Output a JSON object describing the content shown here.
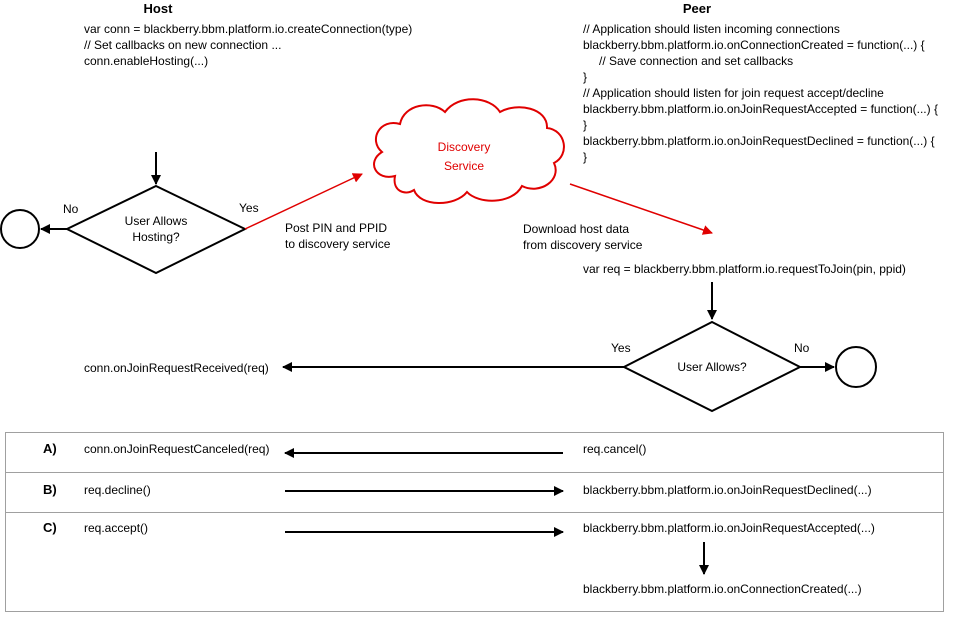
{
  "headers": {
    "host": "Host",
    "peer": "Peer"
  },
  "host_code": [
    "var conn = blackberry.bbm.platform.io.createConnection(type)",
    "// Set callbacks on new connection ...",
    "conn.enableHosting(...)"
  ],
  "peer_code": [
    "// Application should listen incoming connections",
    "blackberry.bbm.platform.io.onConnectionCreated = function(...) {",
    "// Save connection and set callbacks",
    "}",
    "// Application should listen for join request accept/decline",
    "blackberry.bbm.platform.io.onJoinRequestAccepted = function(...) {",
    "}",
    "blackberry.bbm.platform.io.onJoinRequestDeclined = function(...) {",
    "}"
  ],
  "cloud": {
    "line1": "Discovery",
    "line2": "Service"
  },
  "decision_host": {
    "line1": "User Allows",
    "line2": "Hosting?",
    "no": "No",
    "yes": "Yes"
  },
  "post_label": {
    "line1": "Post PIN and PPID",
    "line2": "to discovery service"
  },
  "download_label": {
    "line1": "Download host data",
    "line2": "from discovery service"
  },
  "request_call": "var req = blackberry.bbm.platform.io.requestToJoin(pin, ppid)",
  "decision_peer": {
    "label": "User Allows?",
    "yes": "Yes",
    "no": "No"
  },
  "join_received": "conn.onJoinRequestReceived(req)",
  "table": {
    "rows": [
      {
        "key": "A)",
        "host": "conn.onJoinRequestCanceled(req)",
        "peer": "req.cancel()"
      },
      {
        "key": "B)",
        "host": "req.decline()",
        "peer": "blackberry.bbm.platform.io.onJoinRequestDeclined(...)"
      },
      {
        "key": "C)",
        "host": "req.accept()",
        "peer": "blackberry.bbm.platform.io.onJoinRequestAccepted(...)"
      }
    ],
    "followup": "blackberry.bbm.platform.io.onConnectionCreated(...)"
  },
  "colors": {
    "accent": "#e00000",
    "line": "#000000",
    "table_border": "#a0a0a0"
  }
}
